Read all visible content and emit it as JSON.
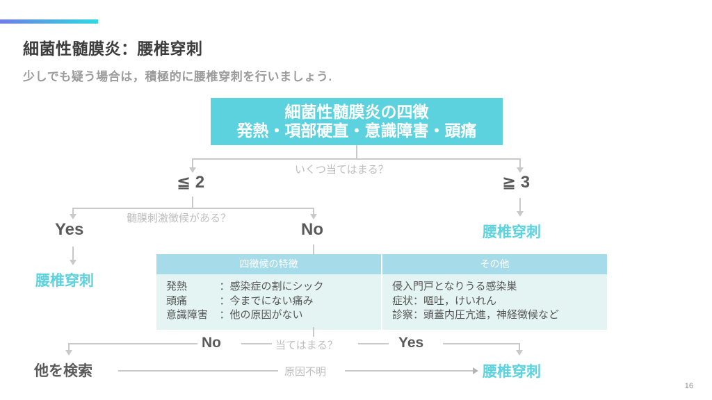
{
  "slide": {
    "title": "細菌性髄膜炎：腰椎穿刺",
    "subtitle": "少しでも疑う場合は，積極的に腰椎穿刺を行いましょう.",
    "page_number": "16",
    "accent_from": "#6e7ce8",
    "accent_to": "#2fd9e0",
    "teal": "#5cd2de",
    "table_header_bg": "#a6dce9",
    "table_body_bg": "#e4f4f2",
    "line_color": "#c9c9c9"
  },
  "tetrad_box": {
    "line1": "細菌性髄膜炎の四徴",
    "line2": "発熱・項部硬直・意識障害・頭痛"
  },
  "flow": {
    "q_count": "いくつ当てはまる？",
    "branch_low": "≦ 2",
    "branch_high": "≧ 3",
    "result_high": "腰椎穿刺",
    "q_meningeal": "髄膜刺激徴候がある？",
    "answer_yes": "Yes",
    "answer_no": "No",
    "result_yes": "腰椎穿刺",
    "q_applies": "当てはまる？",
    "answer_no2": "No",
    "answer_yes2": "Yes",
    "result_search_other": "他を検索",
    "label_unknown_cause": "原因不明",
    "result_lp_final": "腰椎穿刺"
  },
  "table": {
    "headers": [
      "四徴候の特徴",
      "その他"
    ],
    "left_rows": [
      {
        "key": "発熱",
        "sep": "：",
        "value": "感染症の割にシック"
      },
      {
        "key": "頭痛",
        "sep": "：",
        "value": "今までにない痛み"
      },
      {
        "key": "意識障害",
        "sep": "：",
        "value": "他の原因がない"
      }
    ],
    "right_rows": [
      "侵入門戸となりうる感染巣",
      "症状：嘔吐，けいれん",
      "診察：頭蓋内圧亢進，神経徴候など"
    ]
  }
}
